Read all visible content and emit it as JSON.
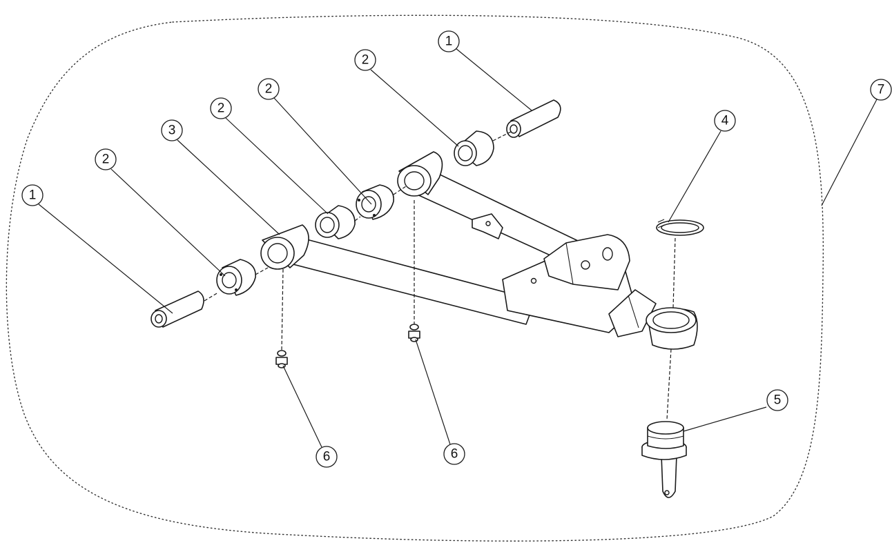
{
  "diagram": {
    "type": "exploded-parts-diagram",
    "callouts": [
      {
        "id": "callout-1-right",
        "number": "1"
      },
      {
        "id": "callout-2-top",
        "number": "2"
      },
      {
        "id": "callout-2-upper",
        "number": "2"
      },
      {
        "id": "callout-2-middle",
        "number": "2"
      },
      {
        "id": "callout-3",
        "number": "3"
      },
      {
        "id": "callout-2-left",
        "number": "2"
      },
      {
        "id": "callout-1-left",
        "number": "1"
      },
      {
        "id": "callout-7",
        "number": "7"
      },
      {
        "id": "callout-4",
        "number": "4"
      },
      {
        "id": "callout-5",
        "number": "5"
      },
      {
        "id": "callout-6-left",
        "number": "6"
      },
      {
        "id": "callout-6-right",
        "number": "6"
      }
    ]
  }
}
